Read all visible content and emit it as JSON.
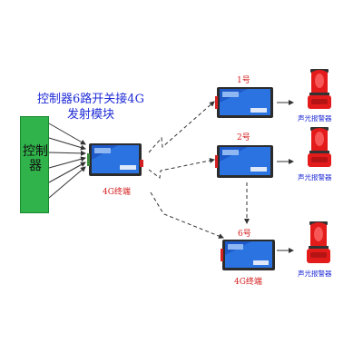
{
  "title_line1": "控制器6路开关接4G",
  "title_line2": "发射模块",
  "controller_label": "控制器",
  "main_module_label": "4G终端",
  "receivers": [
    {
      "id_label": "1号",
      "alarm_label": "声光报警器"
    },
    {
      "id_label": "2号",
      "alarm_label": "声光报警器"
    },
    {
      "id_label": "6号",
      "alarm_label": "声光报警器",
      "terminal_label": "4G终端"
    }
  ],
  "colors": {
    "controller_fill": "#2fb34a",
    "title_text": "#1f2bd6",
    "label_red": "#d42020",
    "module_body": "#1d59c8",
    "alarm_red": "#e41b1b"
  }
}
